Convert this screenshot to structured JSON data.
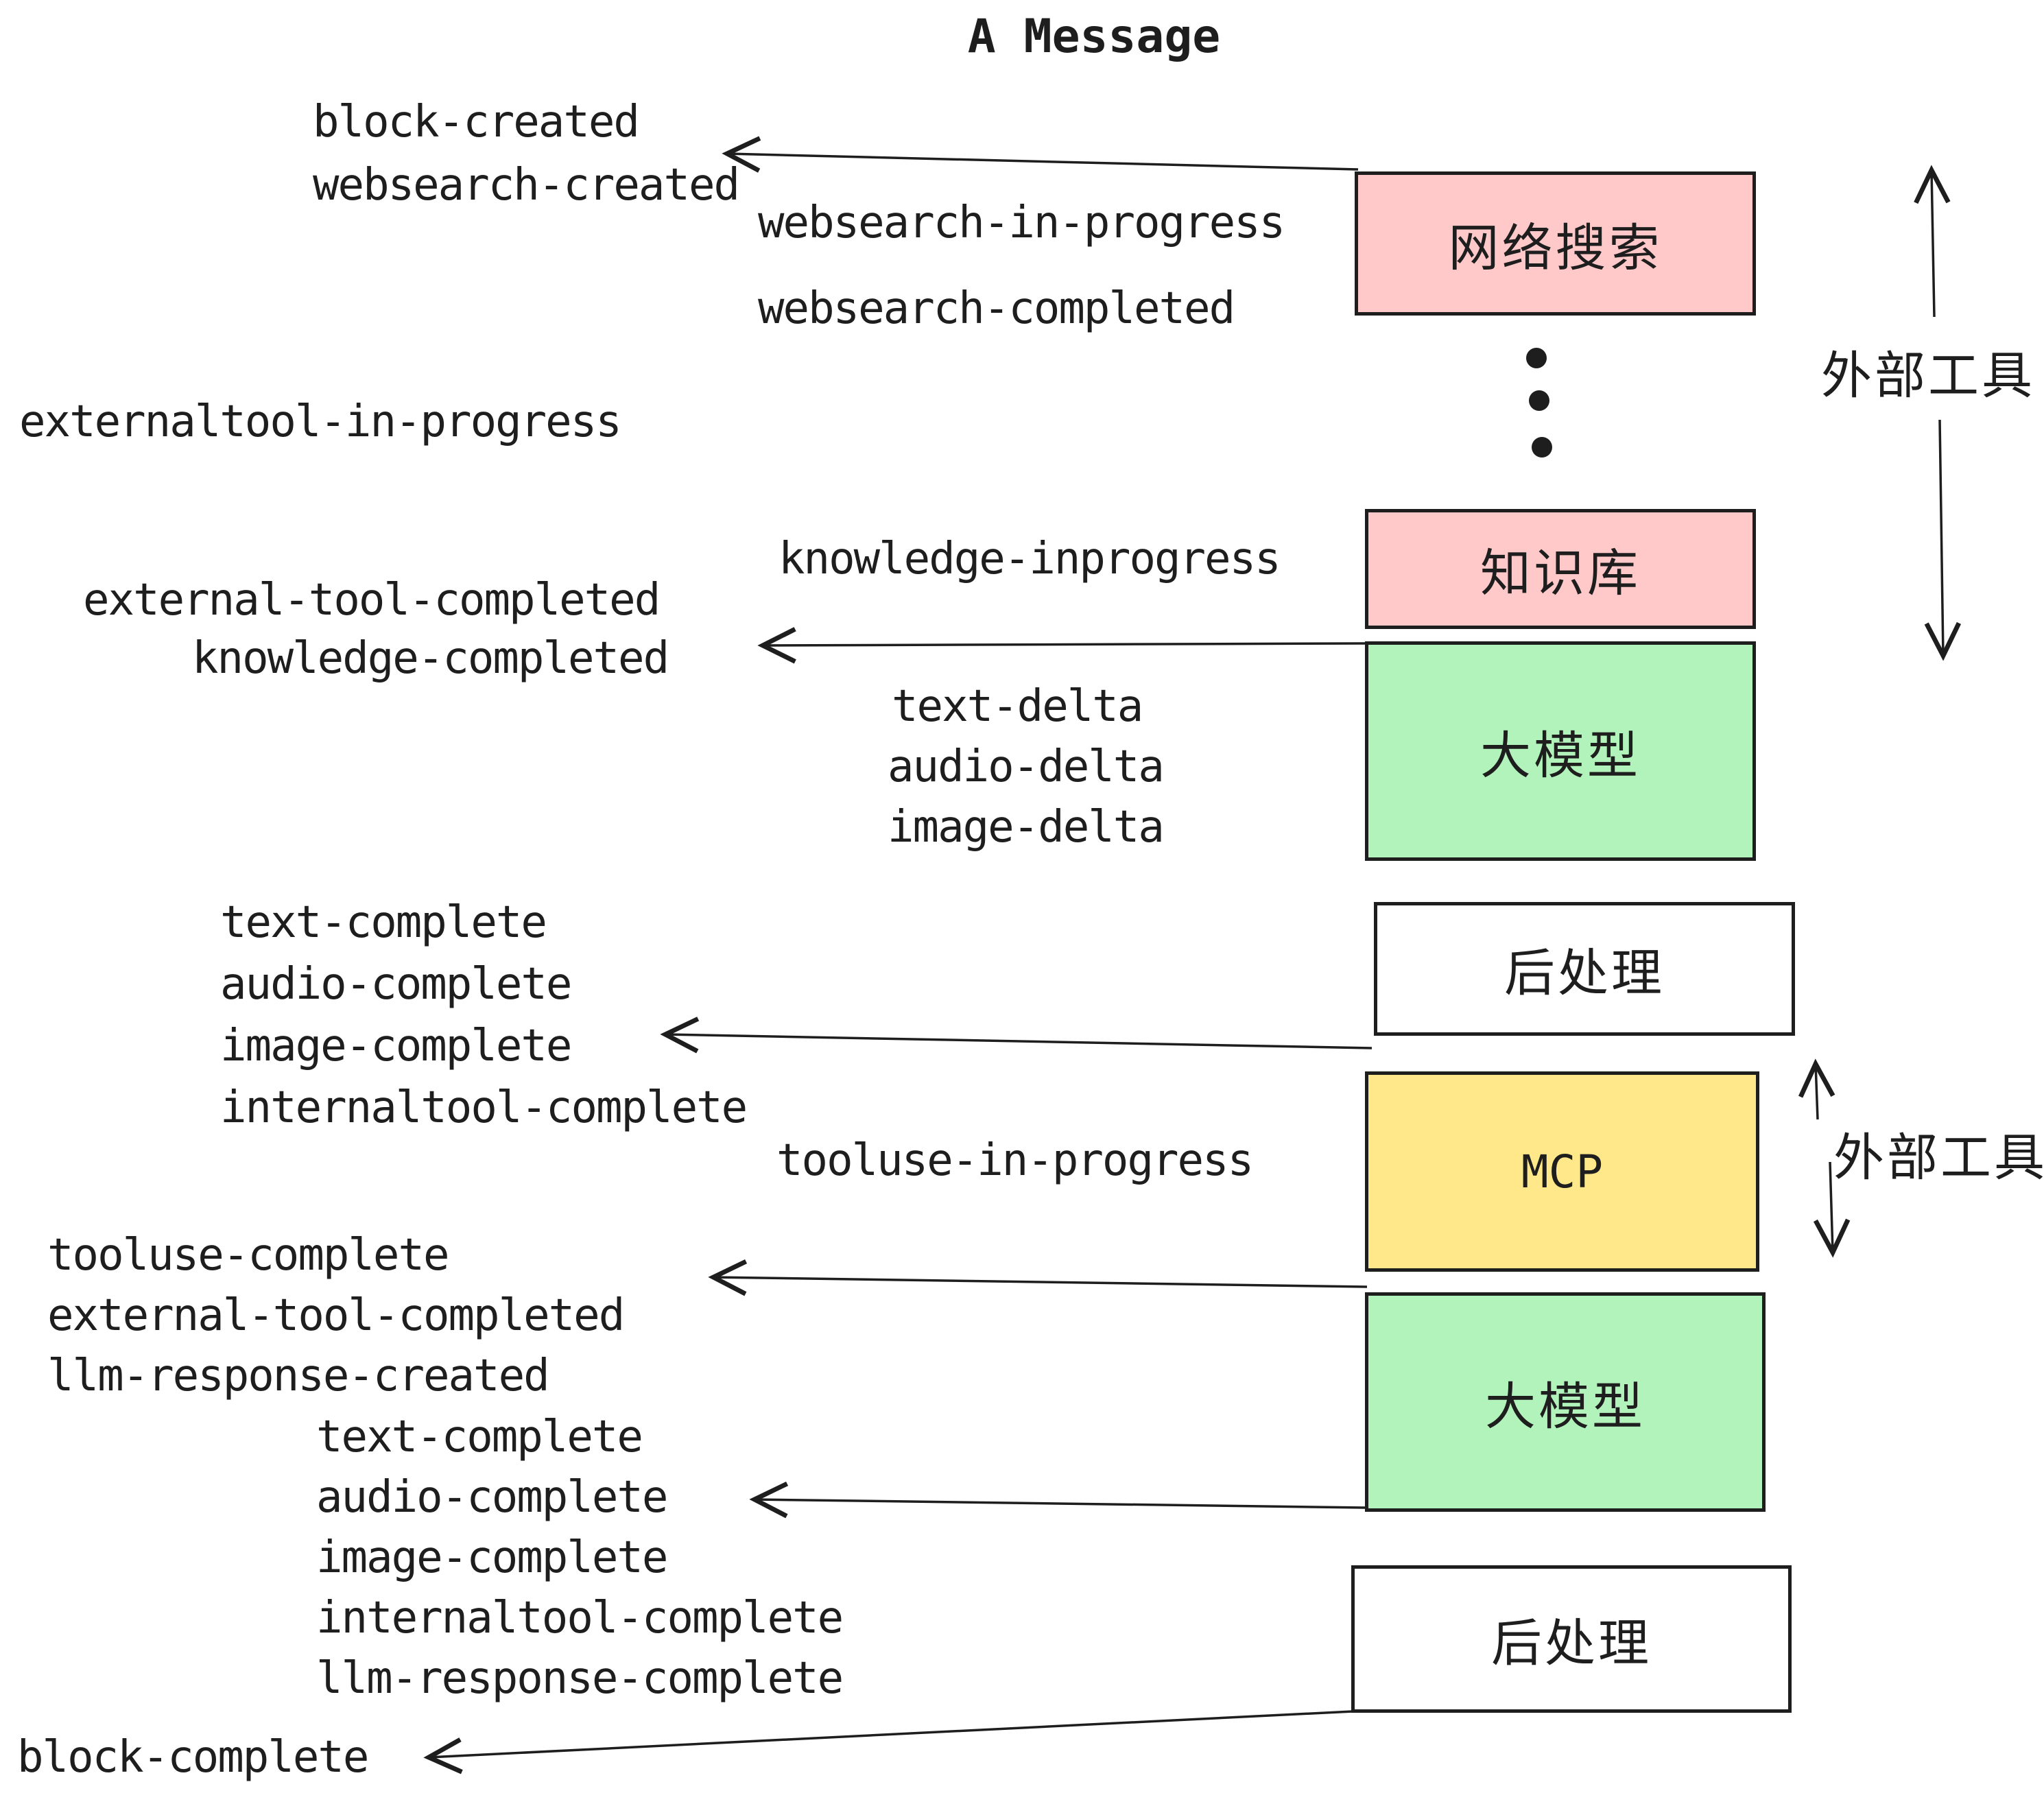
{
  "title": "A Message",
  "colors": {
    "ink": "#1e1e1e",
    "pink": "#ffc9c9",
    "green": "#b2f2bb",
    "yellow": "#ffe88a",
    "white": "#ffffff"
  },
  "boxes": [
    {
      "id": "websearch",
      "label": "网络搜索"
    },
    {
      "id": "knowledge",
      "label": "知识库"
    },
    {
      "id": "llm-1",
      "label": "大模型"
    },
    {
      "id": "post-1",
      "label": "后处理"
    },
    {
      "id": "mcp",
      "label": "MCP"
    },
    {
      "id": "llm-2",
      "label": "大模型"
    },
    {
      "id": "post-2",
      "label": "后处理"
    }
  ],
  "side_labels": {
    "external_tools_top": "外部工具",
    "external_tools_mcp": "外部工具"
  },
  "events": [
    {
      "text": "block-created"
    },
    {
      "text": "websearch-created"
    },
    {
      "text": "websearch-in-progress"
    },
    {
      "text": "websearch-completed"
    },
    {
      "text": "externaltool-in-progress"
    },
    {
      "text": "knowledge-inprogress"
    },
    {
      "text": "external-tool-completed"
    },
    {
      "text": "knowledge-completed"
    },
    {
      "text": "text-delta"
    },
    {
      "text": "audio-delta"
    },
    {
      "text": "image-delta"
    },
    {
      "text": "text-complete"
    },
    {
      "text": "audio-complete"
    },
    {
      "text": "image-complete"
    },
    {
      "text": "internaltool-complete"
    },
    {
      "text": "tooluse-in-progress"
    },
    {
      "text": "tooluse-complete"
    },
    {
      "text": "external-tool-completed"
    },
    {
      "text": "llm-response-created"
    },
    {
      "text": "text-complete"
    },
    {
      "text": "audio-complete"
    },
    {
      "text": "image-complete"
    },
    {
      "text": "internaltool-complete"
    },
    {
      "text": "llm-response-complete"
    },
    {
      "text": "block-complete"
    }
  ]
}
